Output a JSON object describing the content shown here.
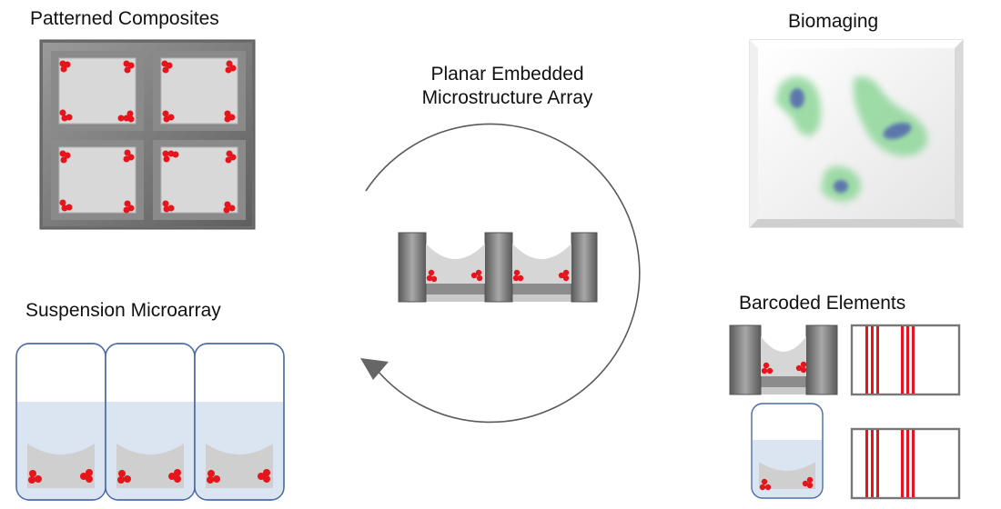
{
  "labels": {
    "patterned_composites": "Patterned Composites",
    "planar_title_line1": "Planar Embedded",
    "planar_title_line2": "Microstructure Array",
    "biomaging": "Biomaging",
    "suspension_microarray": "Suspension Microarray",
    "barcoded_elements": "Barcoded Elements"
  },
  "colors": {
    "frame_gray": "#7a7a7a",
    "inner_gray": "#d9d9d9",
    "particle_red": "#e8141b",
    "liquid_blue": "#dbe4f1",
    "border_blue": "#4a6aa8",
    "cell_green": "#7fd28a",
    "nucleus_blue": "#4d5fae",
    "stripe_red": "#e8141b"
  }
}
